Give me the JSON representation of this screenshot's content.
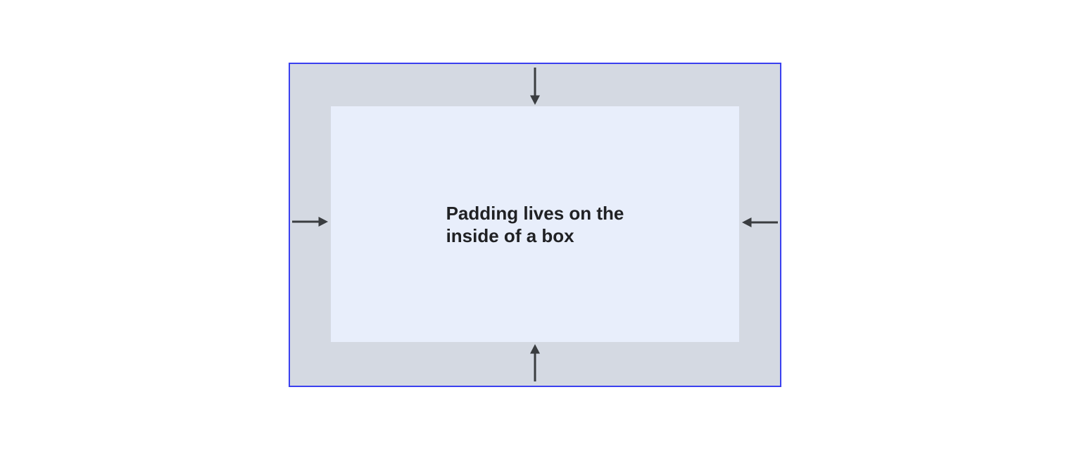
{
  "diagram": {
    "label": "Padding lives on the inside of a box",
    "label_lines": [
      "Padding lives on the",
      "inside of a box"
    ]
  },
  "icons": {
    "top": "arrow-down-icon",
    "bottom": "arrow-up-icon",
    "left": "arrow-right-icon",
    "right": "arrow-left-icon"
  },
  "colors": {
    "page_bg": "#ffffff",
    "border": "#3a40ef",
    "padding_bg": "#d4d9e2",
    "content_bg": "#e8eefb",
    "arrow": "#3a3d40",
    "text": "#202124"
  }
}
